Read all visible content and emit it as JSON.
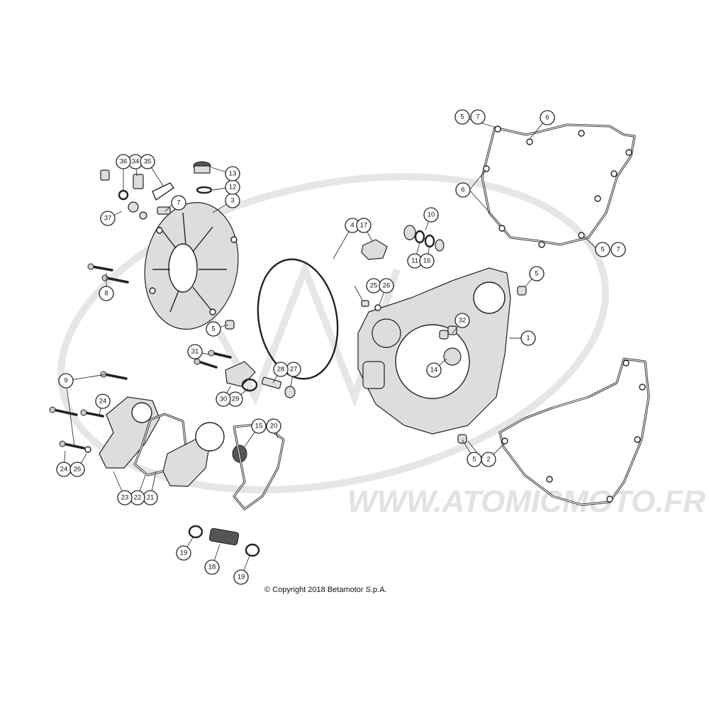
{
  "watermark": {
    "text": "WWW.ATOMICMOTO.FR"
  },
  "copyright": "© Copyright 2018 Betamotor S.p.A.",
  "callouts": [
    {
      "label": "1"
    },
    {
      "label": "2"
    },
    {
      "label": "3"
    },
    {
      "label": "4"
    },
    {
      "label": "5"
    },
    {
      "label": "5"
    },
    {
      "label": "5"
    },
    {
      "label": "5"
    },
    {
      "label": "5"
    },
    {
      "label": "6"
    },
    {
      "label": "6"
    },
    {
      "label": "7"
    },
    {
      "label": "7"
    },
    {
      "label": "7"
    },
    {
      "label": "8"
    },
    {
      "label": "9"
    },
    {
      "label": "10"
    },
    {
      "label": "11"
    },
    {
      "label": "12"
    },
    {
      "label": "13"
    },
    {
      "label": "14"
    },
    {
      "label": "15"
    },
    {
      "label": "16"
    },
    {
      "label": "17"
    },
    {
      "label": "18"
    },
    {
      "label": "19"
    },
    {
      "label": "19"
    },
    {
      "label": "20"
    },
    {
      "label": "21"
    },
    {
      "label": "22"
    },
    {
      "label": "23"
    },
    {
      "label": "24"
    },
    {
      "label": "24"
    },
    {
      "label": "25"
    },
    {
      "label": "26"
    },
    {
      "label": "26"
    },
    {
      "label": "27"
    },
    {
      "label": "28"
    },
    {
      "label": "29"
    },
    {
      "label": "30"
    },
    {
      "label": "31"
    },
    {
      "label": "32"
    },
    {
      "label": "34"
    },
    {
      "label": "35"
    },
    {
      "label": "36"
    },
    {
      "label": "37"
    }
  ]
}
